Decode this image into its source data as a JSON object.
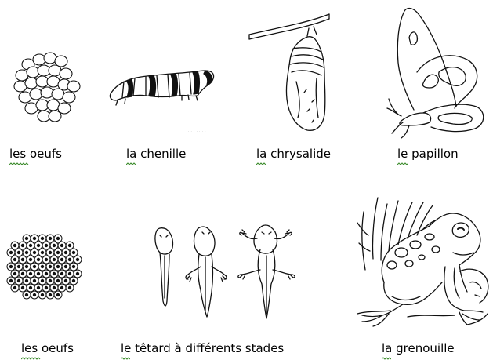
{
  "colors": {
    "ink": "#111111",
    "spellcheck_underline": "#3a8a2a",
    "background": "#ffffff"
  },
  "row1": {
    "eggs_label": "les oeufs",
    "caterpillar_label": "la chenille",
    "chrysalis_label": "la chrysalide",
    "butterfly_label": "le papillon"
  },
  "row2": {
    "frog_eggs_label": "les oeufs",
    "tadpole_label": "le têtard à différents stades",
    "frog_label": "la grenouille"
  },
  "icons": [
    "butterfly-eggs-icon",
    "caterpillar-icon",
    "chrysalis-icon",
    "butterfly-icon",
    "frog-spawn-icon",
    "tadpole-stages-icon",
    "frog-icon"
  ]
}
